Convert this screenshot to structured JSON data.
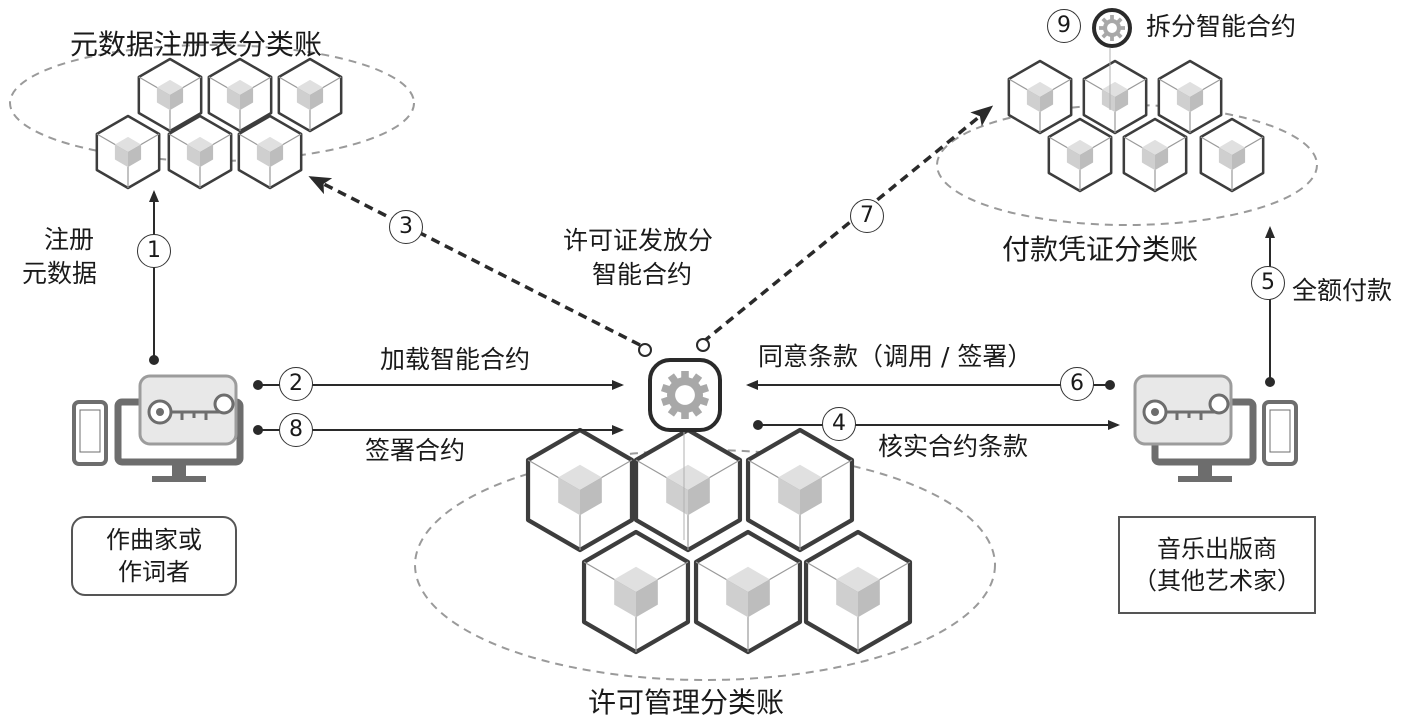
{
  "ledgers": {
    "metadata": "元数据注册表分类账",
    "payment": "付款凭证分类账",
    "license": "许可管理分类账"
  },
  "contracts": {
    "license_issue": [
      "许可证发放分",
      "智能合约"
    ],
    "split": "拆分智能合约"
  },
  "actors": {
    "composer": [
      "作曲家或",
      "作词者"
    ],
    "publisher": [
      "音乐出版商",
      "（其他艺术家）"
    ]
  },
  "steps": {
    "s1": {
      "num": "1",
      "label": [
        "注册",
        "元数据"
      ]
    },
    "s2": {
      "num": "2",
      "label": "加载智能合约"
    },
    "s3": {
      "num": "3"
    },
    "s4": {
      "num": "4",
      "label": "核实合约条款"
    },
    "s5": {
      "num": "5",
      "label": "全额付款"
    },
    "s6": {
      "num": "6",
      "label": "同意条款（调用 / 签署）"
    },
    "s7": {
      "num": "7"
    },
    "s8": {
      "num": "8",
      "label": "签署合约"
    },
    "s9": {
      "num": "9"
    }
  },
  "icons": {
    "ledger_block": "cube-icon",
    "smart_contract": "gear-icon",
    "device_keys": "computer-key-icon",
    "phone": "phone-icon"
  },
  "colors": {
    "cube_stroke": "#3d3d3d",
    "cube_inner": "#cfcfcf",
    "dashed_ellipse": "#9a9a9a",
    "arrow": "#2a2a2a"
  }
}
